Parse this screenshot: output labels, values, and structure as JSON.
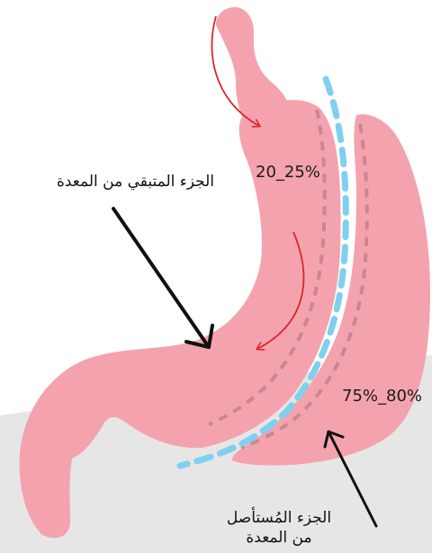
{
  "labels": {
    "remaining_part": "الجزء المتبقي من المعدة",
    "removed_part_line1": "الجزء المُستأصل",
    "removed_part_line2": "من المعدة"
  },
  "percentages": {
    "remaining": "20_25%",
    "removed": "75%_80%"
  },
  "colors": {
    "stomach": "#f4a3ae",
    "staple_dash": "#c98790",
    "cut_line": "#7fd0ee",
    "flow_arrow": "#d9272b",
    "pointer_arrow": "#111111",
    "background_band": "#e6e6e6"
  }
}
